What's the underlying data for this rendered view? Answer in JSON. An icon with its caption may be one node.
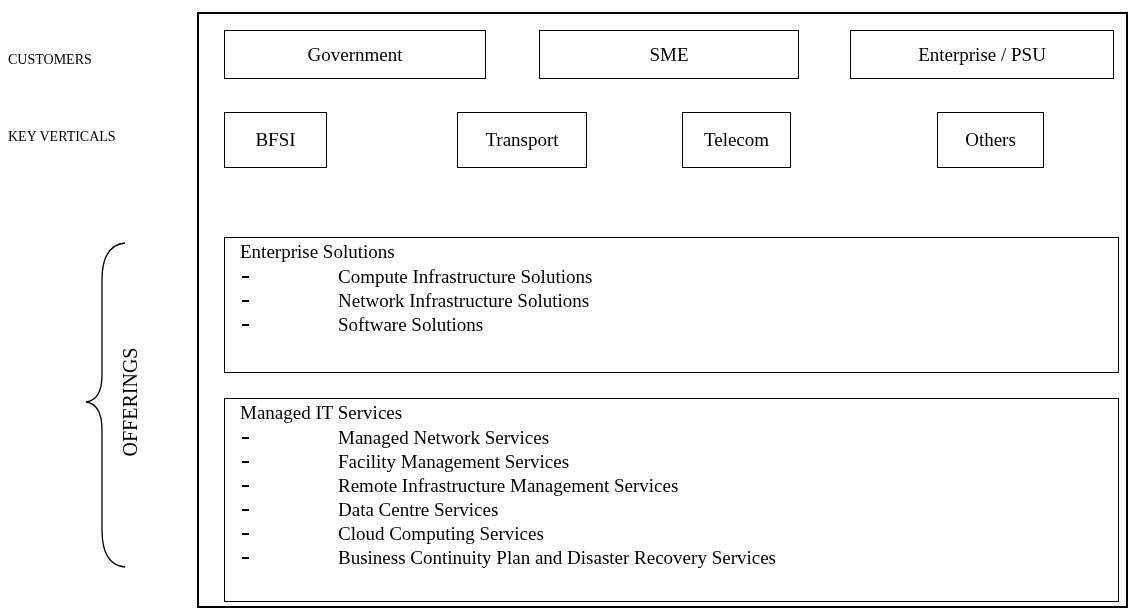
{
  "diagram": {
    "nodes": [
      {
        "text": [],
        "shape": "box"
      },
      {
        "text": [
          "Government"
        ],
        "in": 0
      },
      {
        "text": [
          "SME"
        ],
        "in": 0
      },
      {
        "text": [
          "Enterprise / PSU"
        ],
        "in": 0
      },
      {
        "text": [
          "BFSI"
        ],
        "in": 0
      },
      {
        "text": [
          "Transport"
        ],
        "in": 0
      },
      {
        "text": [
          "Telecom"
        ],
        "in": 0
      },
      {
        "text": [
          "Others"
        ],
        "in": 0
      },
      {
        "text": [
          "Enterprise Solutions",
          "Compute Infrastructure Solutions",
          "Network Infrastructure Solutions",
          "Software Solutions"
        ],
        "in": 0
      },
      {
        "text": [
          "Managed IT Services",
          "Managed Network Services",
          "Facility Management Services",
          "Remote Infrastructure Management Services",
          "Data Centre Services",
          "Cloud Computing Services",
          "Business Continuity Plan and Disaster Recovery Services"
        ],
        "in": 0
      }
    ],
    "edges": [],
    "labels": [
      "CUSTOMERS",
      "KEY VERTICALS",
      "OFFERINGS"
    ]
  }
}
